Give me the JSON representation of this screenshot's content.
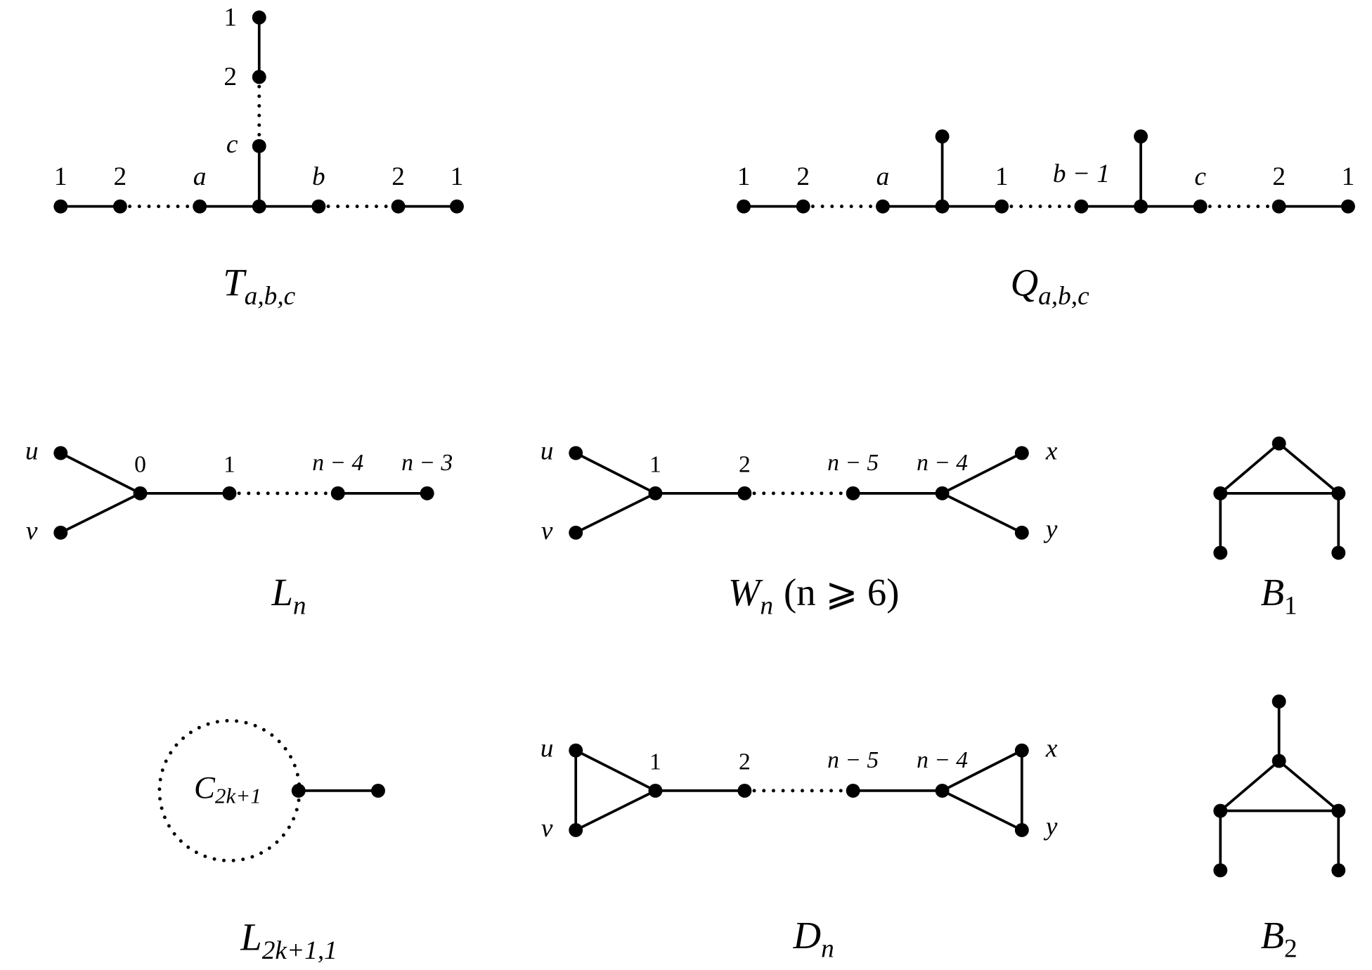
{
  "colors": {
    "ink": "#000000",
    "background": "#ffffff"
  },
  "tabc": {
    "labels": [
      "1",
      "2",
      "c",
      "1",
      "2",
      "a",
      "b",
      "2",
      "1"
    ],
    "caption": {
      "main": "T",
      "sub": "a,b,c"
    }
  },
  "qabc": {
    "labels": [
      "1",
      "2",
      "a",
      "1",
      "b − 1",
      "c",
      "2",
      "1"
    ],
    "caption": {
      "main": "Q",
      "sub": "a,b,c"
    }
  },
  "ln": {
    "labels": [
      "u",
      "v",
      "0",
      "1",
      "n − 4",
      "n − 3"
    ],
    "caption": {
      "main": "L",
      "sub": "n"
    }
  },
  "wn": {
    "labels": [
      "u",
      "v",
      "1",
      "2",
      "n − 5",
      "n − 4",
      "x",
      "y"
    ],
    "caption": {
      "main": "W",
      "sub": "n",
      "suffix": "(n ⩾ 6)"
    }
  },
  "b1": {
    "caption": {
      "main": "B",
      "sub": "1"
    }
  },
  "l2k": {
    "cycle_label": {
      "main": "C",
      "sub": "2k+1"
    },
    "caption": {
      "main": "L",
      "sub": "2k+1,1"
    }
  },
  "dn": {
    "labels": [
      "u",
      "v",
      "1",
      "2",
      "n − 5",
      "n − 4",
      "x",
      "y"
    ],
    "caption": {
      "main": "D",
      "sub": "n"
    }
  },
  "b2": {
    "caption": {
      "main": "B",
      "sub": "2"
    }
  }
}
